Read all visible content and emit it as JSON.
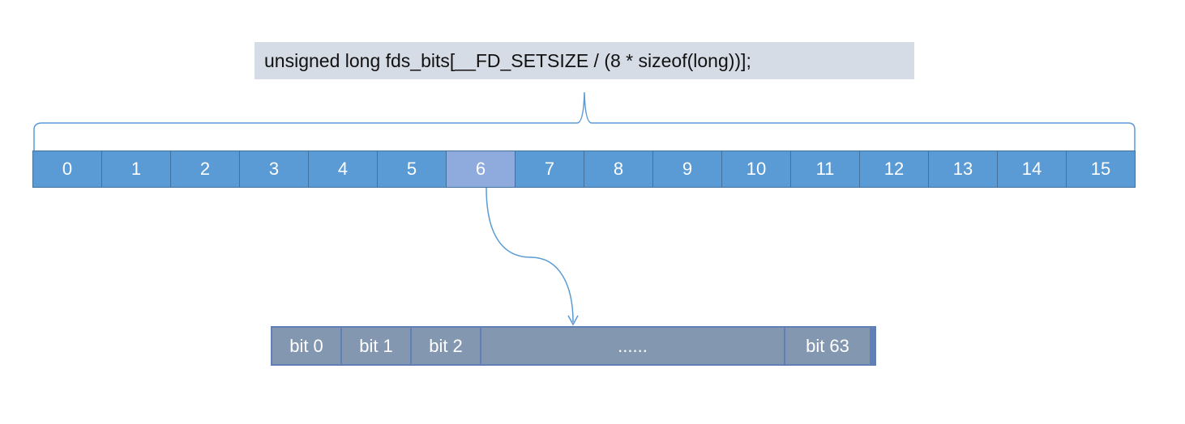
{
  "code_declaration": "unsigned long fds_bits[__FD_SETSIZE / (8 * sizeof(long))];",
  "array_cells": [
    "0",
    "1",
    "2",
    "3",
    "4",
    "5",
    "6",
    "7",
    "8",
    "9",
    "10",
    "11",
    "12",
    "13",
    "14",
    "15"
  ],
  "highlighted_index": 6,
  "bit_cells": [
    "bit 0",
    "bit 1",
    "bit 2",
    "......",
    "bit 63"
  ],
  "colors": {
    "code_box_bg": "#d6dce5",
    "cell_fill": "#5b9bd5",
    "cell_highlight": "#8faadc",
    "bit_fill": "#8497b0",
    "connector_line": "#5b9bd5"
  }
}
